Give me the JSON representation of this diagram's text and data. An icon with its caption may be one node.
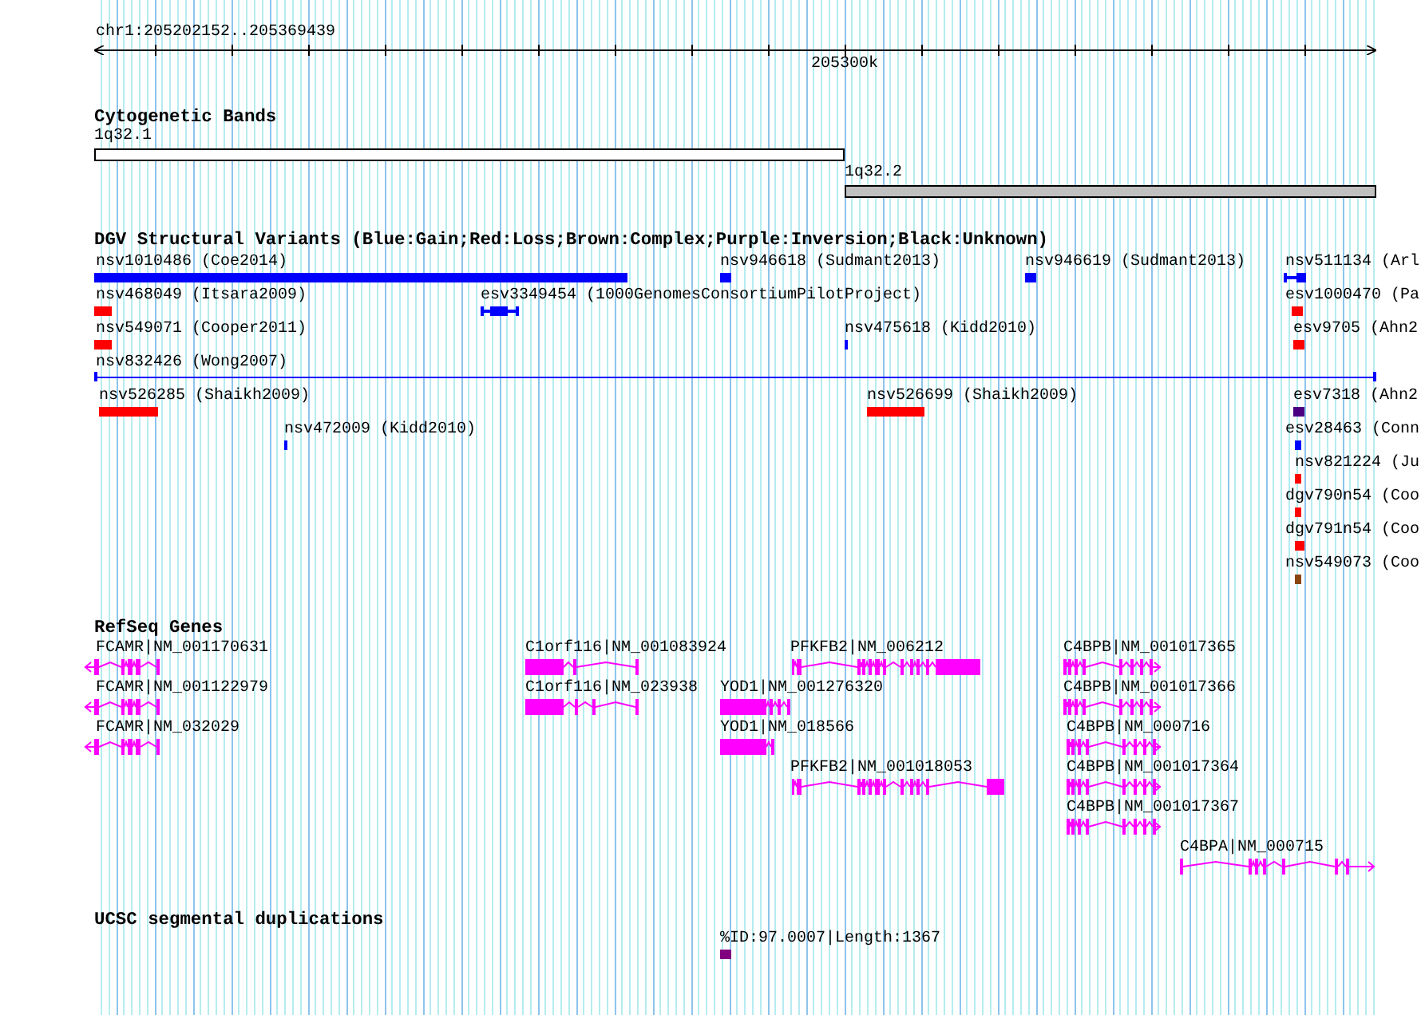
{
  "diagram": {
    "nodes": [
      {
        "text": [
          "1q32.1"
        ]
      },
      {
        "text": [
          "1q32.2"
        ]
      },
      {
        "text": [
          "nsv1010486 (Coe2014)"
        ]
      },
      {
        "text": [
          "nsv946618 (Sudmant2013)"
        ]
      },
      {
        "text": [
          "nsv946619 (Sudmant2013)"
        ]
      },
      {
        "text": [
          "nsv511134 (Arl"
        ]
      },
      {
        "text": [
          "nsv468049 (Itsara2009)"
        ]
      },
      {
        "text": [
          "esv3349454 (1000GenomesConsortiumPilotProject)"
        ]
      },
      {
        "text": [
          "esv1000470 (Pa"
        ]
      },
      {
        "text": [
          "nsv549071 (Cooper2011)"
        ]
      },
      {
        "text": [
          "nsv475618 (Kidd2010)"
        ]
      },
      {
        "text": [
          "esv9705 (Ahn2"
        ]
      },
      {
        "text": [
          "nsv832426 (Wong2007)"
        ]
      },
      {
        "text": [
          "nsv526285 (Shaikh2009)"
        ]
      },
      {
        "text": [
          "nsv526699 (Shaikh2009)"
        ]
      },
      {
        "text": [
          "esv7318 (Ahn2"
        ]
      },
      {
        "text": [
          "nsv472009 (Kidd2010)"
        ]
      },
      {
        "text": [
          "esv28463 (Conn"
        ]
      },
      {
        "text": [
          "nsv821224 (Ju"
        ]
      },
      {
        "text": [
          "dgv790n54 (Coo"
        ]
      },
      {
        "text": [
          "dgv791n54 (Coo"
        ]
      },
      {
        "text": [
          "nsv549073 (Coo"
        ]
      },
      {
        "text": [
          "FCAMR|NM_001170631"
        ]
      },
      {
        "text": [
          "C1orf116|NM_001083924"
        ]
      },
      {
        "text": [
          "PFKFB2|NM_006212"
        ]
      },
      {
        "text": [
          "C4BPB|NM_001017365"
        ]
      },
      {
        "text": [
          "FCAMR|NM_001122979"
        ]
      },
      {
        "text": [
          "C1orf116|NM_023938"
        ]
      },
      {
        "text": [
          "YOD1|NM_001276320"
        ]
      },
      {
        "text": [
          "C4BPB|NM_001017366"
        ]
      },
      {
        "text": [
          "FCAMR|NM_032029"
        ]
      },
      {
        "text": [
          "YOD1|NM_018566"
        ]
      },
      {
        "text": [
          "C4BPB|NM_000716"
        ]
      },
      {
        "text": [
          "PFKFB2|NM_001018053"
        ]
      },
      {
        "text": [
          "C4BPB|NM_001017364"
        ]
      },
      {
        "text": [
          "C4BPB|NM_001017367"
        ]
      },
      {
        "text": [
          "C4BPA|NM_000715"
        ]
      },
      {
        "text": [
          "%ID:97.0007|Length:1367"
        ]
      }
    ],
    "labels": [
      "chr1:205202152..205369439",
      "205300k",
      "Cytogenetic Bands",
      "DGV Structural Variants (Blue:Gain;Red:Loss;Brown:Complex;Purple:Inversion;Black:Unknown)",
      "RefSeq Genes",
      "UCSC segmental duplications"
    ]
  }
}
